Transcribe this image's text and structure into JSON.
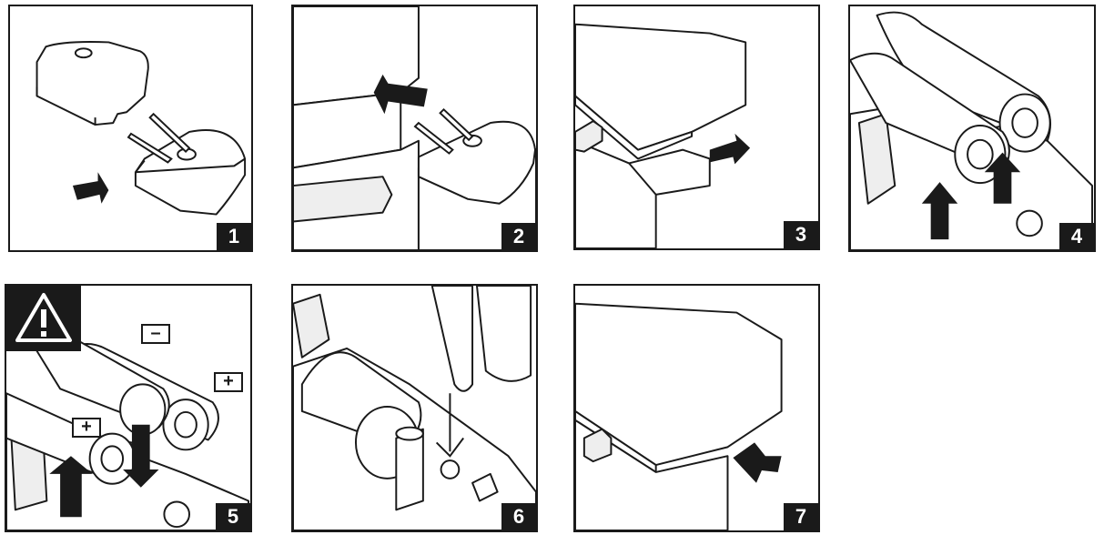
{
  "steps": [
    {
      "number": "1"
    },
    {
      "number": "2"
    },
    {
      "number": "3"
    },
    {
      "number": "4"
    },
    {
      "number": "5",
      "warning_icon": "warning-triangle-icon",
      "signs": {
        "minus": "–",
        "plus_top": "+",
        "plus_left": "+"
      }
    },
    {
      "number": "6"
    },
    {
      "number": "7"
    }
  ],
  "colors": {
    "line": "#1a1a1a",
    "fill": "#ffffff",
    "shade": "#e6e6e6"
  }
}
